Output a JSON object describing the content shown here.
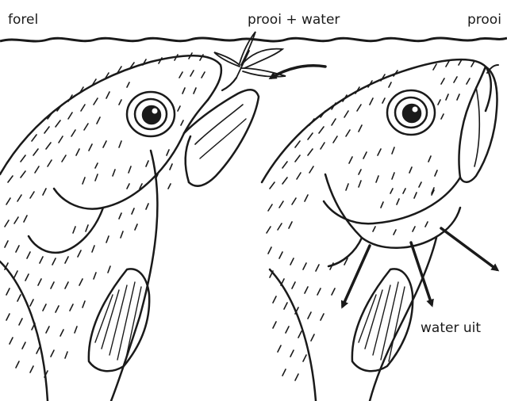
{
  "labels": {
    "forel": "forel",
    "prooi_water": "prooi + water",
    "prooi_right": "prooi",
    "water_uit": "water uit"
  },
  "colors": {
    "ink": "#1a1a1a",
    "paper": "#ffffff"
  },
  "icons": {
    "fish_left": "trout-head-mouth-open-illustration",
    "fish_right": "trout-head-mouth-closed-illustration",
    "insect": "dragonfly-prey-icon",
    "arrow_inflow": "curved-arrow-icon",
    "arrows_outflow": "straight-arrow-icon"
  }
}
